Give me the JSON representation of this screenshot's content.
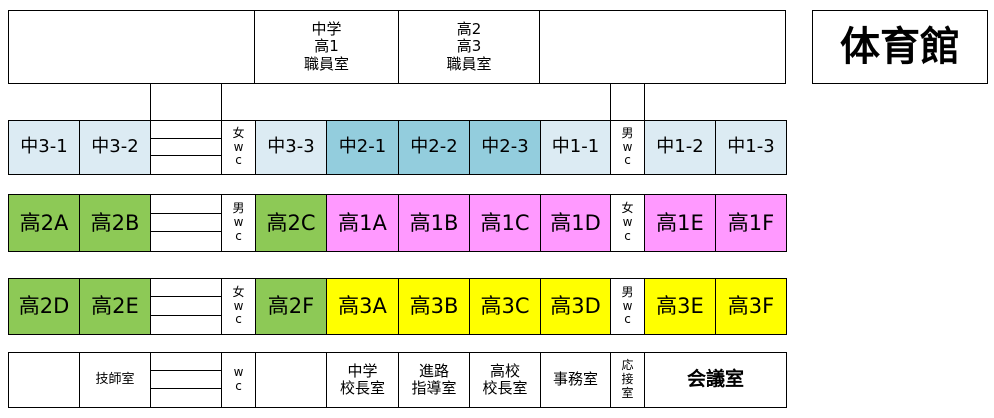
{
  "top": {
    "staff_ms": [
      "中学",
      "高1",
      "職員室"
    ],
    "staff_hs": [
      "高2",
      "高3",
      "職員室"
    ],
    "gym": "体育館"
  },
  "row1": {
    "c1": "中3-1",
    "c2": "中3-2",
    "wc": [
      "女",
      "w",
      "c"
    ],
    "c3": "中3-3",
    "c4": "中2-1",
    "c5": "中2-2",
    "c6": "中2-3",
    "c7": "中1-1",
    "wc2": [
      "男",
      "w",
      "c"
    ],
    "c8": "中1-2",
    "c9": "中1-3"
  },
  "row2": {
    "c1": "高2A",
    "c2": "高2B",
    "wc": [
      "男",
      "w",
      "c"
    ],
    "c3": "高2C",
    "c4": "高1A",
    "c5": "高1B",
    "c6": "高1C",
    "c7": "高1D",
    "wc2": [
      "女",
      "w",
      "c"
    ],
    "c8": "高1E",
    "c9": "高1F"
  },
  "row3": {
    "c1": "高2D",
    "c2": "高2E",
    "wc": [
      "女",
      "w",
      "c"
    ],
    "c3": "高2F",
    "c4": "高3A",
    "c5": "高3B",
    "c6": "高3C",
    "c7": "高3D",
    "wc2": [
      "男",
      "w",
      "c"
    ],
    "c8": "高3E",
    "c9": "高3F"
  },
  "row4": {
    "tech": "技師室",
    "wc": [
      "w",
      "c"
    ],
    "principal_ms": [
      "中学",
      "校長室"
    ],
    "guidance": [
      "進路",
      "指導室"
    ],
    "principal_hs": [
      "高校",
      "校長室"
    ],
    "office": "事務室",
    "reception": [
      "応",
      "接",
      "室"
    ],
    "conference": "会議室"
  }
}
